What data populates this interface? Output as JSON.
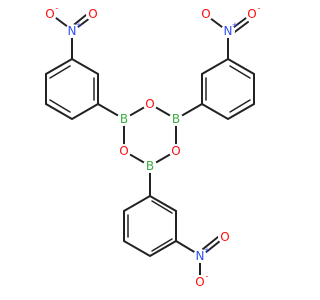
{
  "colors": {
    "boron": "#3cb043",
    "oxygen": "#ff0d0d",
    "nitrogen": "#3050f8",
    "bond": "#222222"
  },
  "atoms": {
    "boron_label": "B",
    "oxygen_label": "O",
    "nitrogen_label": "N",
    "plus_charge": "+",
    "minus_charge": "-"
  }
}
